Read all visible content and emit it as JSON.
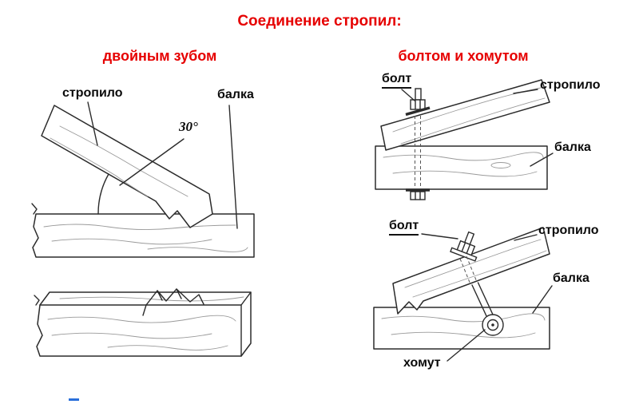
{
  "title": "Соединение стропил:",
  "colors": {
    "accent_red": "#e60000",
    "line": "#2b2b2b",
    "wood_grain": "#9a9a9a"
  },
  "left_section": {
    "subtitle": "двойным зубом",
    "top_diagram": {
      "rafter_label": "стропило",
      "beam_label": "балка",
      "angle_label": "30°"
    }
  },
  "right_section": {
    "subtitle": "болтом и хомутом",
    "top_diagram": {
      "bolt_label": "болт",
      "rafter_label": "стропило",
      "beam_label": "балка"
    },
    "bottom_diagram": {
      "bolt_label": "болт",
      "rafter_label": "стропило",
      "beam_label": "балка",
      "clamp_label": "хомут"
    }
  }
}
